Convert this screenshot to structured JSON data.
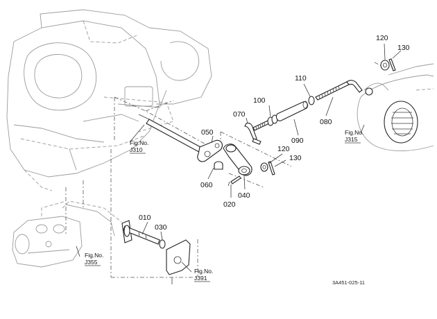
{
  "parts": {
    "p010": "010",
    "p020": "020",
    "p030": "030",
    "p040": "040",
    "p050": "050",
    "p060": "060",
    "p070": "070",
    "p080": "080",
    "p090": "090",
    "p100": "100",
    "p110": "110",
    "p120a": "120",
    "p120b": "120",
    "p130a": "130",
    "p130b": "130"
  },
  "figure_refs": {
    "j310": {
      "line1": "Fig.No.",
      "line2": "J310"
    },
    "j315": {
      "line1": "Fig.No.",
      "line2": "J315"
    },
    "j355": {
      "line1": "Fig.No.",
      "line2": "J355"
    },
    "j391": {
      "line1": "Fig.No.",
      "line2": "J391"
    }
  },
  "diagram_code": "3A451-025-11"
}
